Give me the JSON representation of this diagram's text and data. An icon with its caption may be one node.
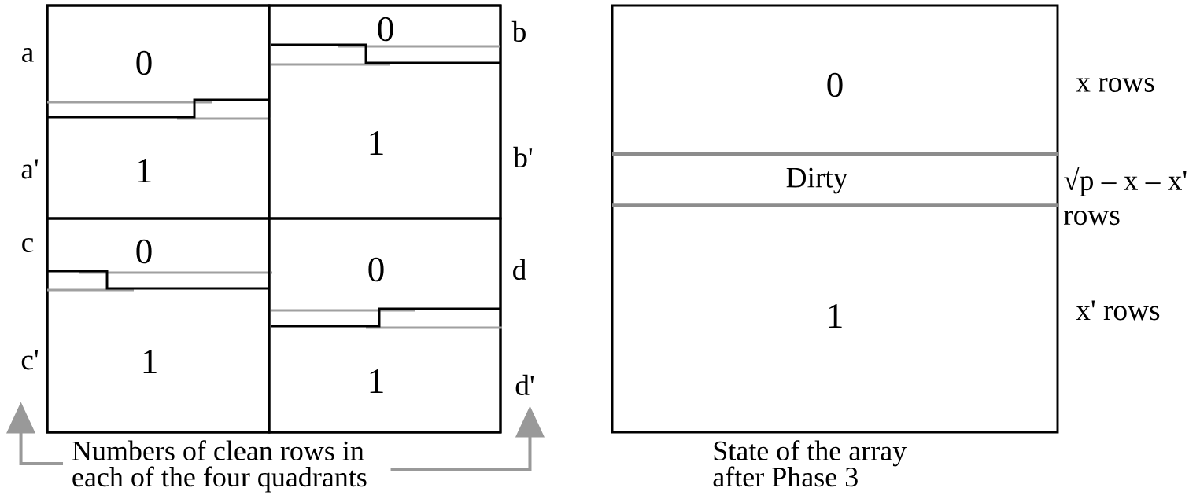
{
  "diagram": {
    "nodes": [
      {
        "text": [],
        "shape": "box"
      },
      {
        "text": [
          "0",
          "1"
        ],
        "in": 0,
        "beside": [
          "a",
          "a'"
        ]
      },
      {
        "text": [
          "0",
          "1"
        ],
        "in": 0,
        "beside": [
          "b",
          "b'"
        ]
      },
      {
        "text": [
          "0",
          "1"
        ],
        "in": 0,
        "beside": [
          "c",
          "c'"
        ]
      },
      {
        "text": [
          "0",
          "1"
        ],
        "in": 0,
        "beside": [
          "d",
          "d'"
        ]
      },
      {
        "text": [],
        "shape": "box"
      },
      {
        "text": [
          "0"
        ],
        "in": 5
      },
      {
        "text": [
          "Dirty"
        ],
        "in": 5,
        "beside": [
          "√p – x – x' rows"
        ]
      },
      {
        "text": [
          "1"
        ],
        "in": 5
      },
      {
        "text": [
          "Numbers of clean rows in each of the four quadrants"
        ]
      }
    ],
    "edges": [
      {
        "from": 9,
        "to": 3,
        "arrow": "to"
      },
      {
        "from": 9,
        "to": 4,
        "arrow": "to"
      }
    ],
    "labels": [
      "x rows",
      "x' rows",
      "State of the array after Phase 3"
    ]
  }
}
